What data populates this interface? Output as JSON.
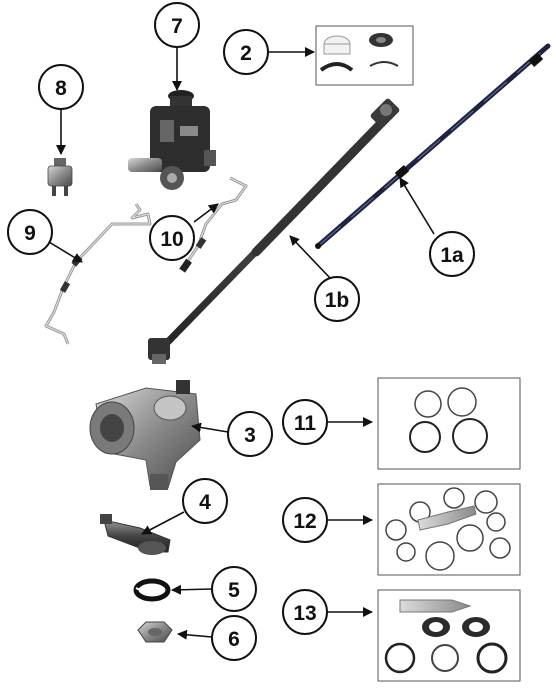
{
  "callouts": {
    "c1a": "1a",
    "c1b": "1b",
    "c2": "2",
    "c3": "3",
    "c4": "4",
    "c5": "5",
    "c6": "6",
    "c7": "7",
    "c8": "8",
    "c9": "9",
    "c10": "10",
    "c11": "11",
    "c12": "12",
    "c13": "13"
  },
  "colors": {
    "line": "#111111",
    "metal_dark": "#2b2b2b",
    "metal_mid": "#6f6f6f",
    "metal_light": "#b9b9b9",
    "shaft_blue": "#1d2340",
    "panel_border": "#555555"
  }
}
